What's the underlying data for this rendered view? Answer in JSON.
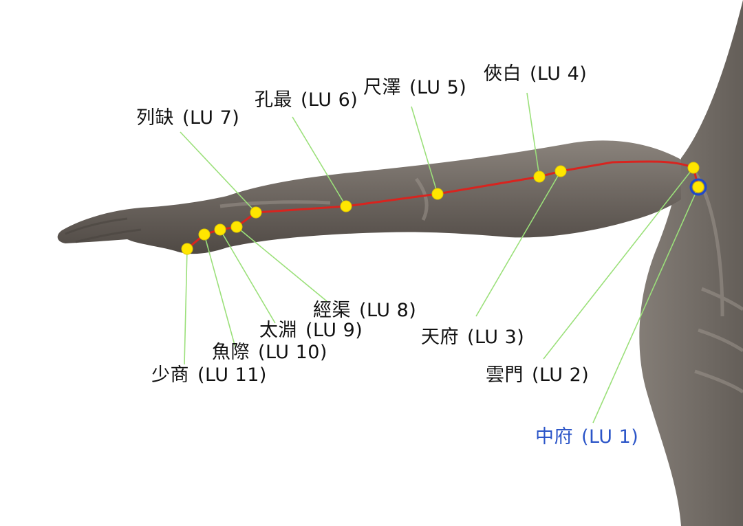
{
  "diagram": {
    "channel_color": "#d8241f",
    "point_color": "#ffe600",
    "first_point_ring_color": "#1f49c9",
    "leader_color": "#9be07a",
    "first_label_color": "#2b55c8",
    "points": [
      {
        "name": "少商",
        "code": "(LU 11)"
      },
      {
        "name": "魚際",
        "code": "(LU 10)"
      },
      {
        "name": "太淵",
        "code": "(LU 9)"
      },
      {
        "name": "經渠",
        "code": "(LU 8)"
      },
      {
        "name": "列缺",
        "code": "(LU 7)"
      },
      {
        "name": "孔最",
        "code": "(LU 6)"
      },
      {
        "name": "尺澤",
        "code": "(LU 5)"
      },
      {
        "name": "俠白",
        "code": "(LU 4)"
      },
      {
        "name": "天府",
        "code": "(LU 3)"
      },
      {
        "name": "雲門",
        "code": "(LU 2)"
      },
      {
        "name": "中府",
        "code": "(LU 1)"
      }
    ]
  }
}
